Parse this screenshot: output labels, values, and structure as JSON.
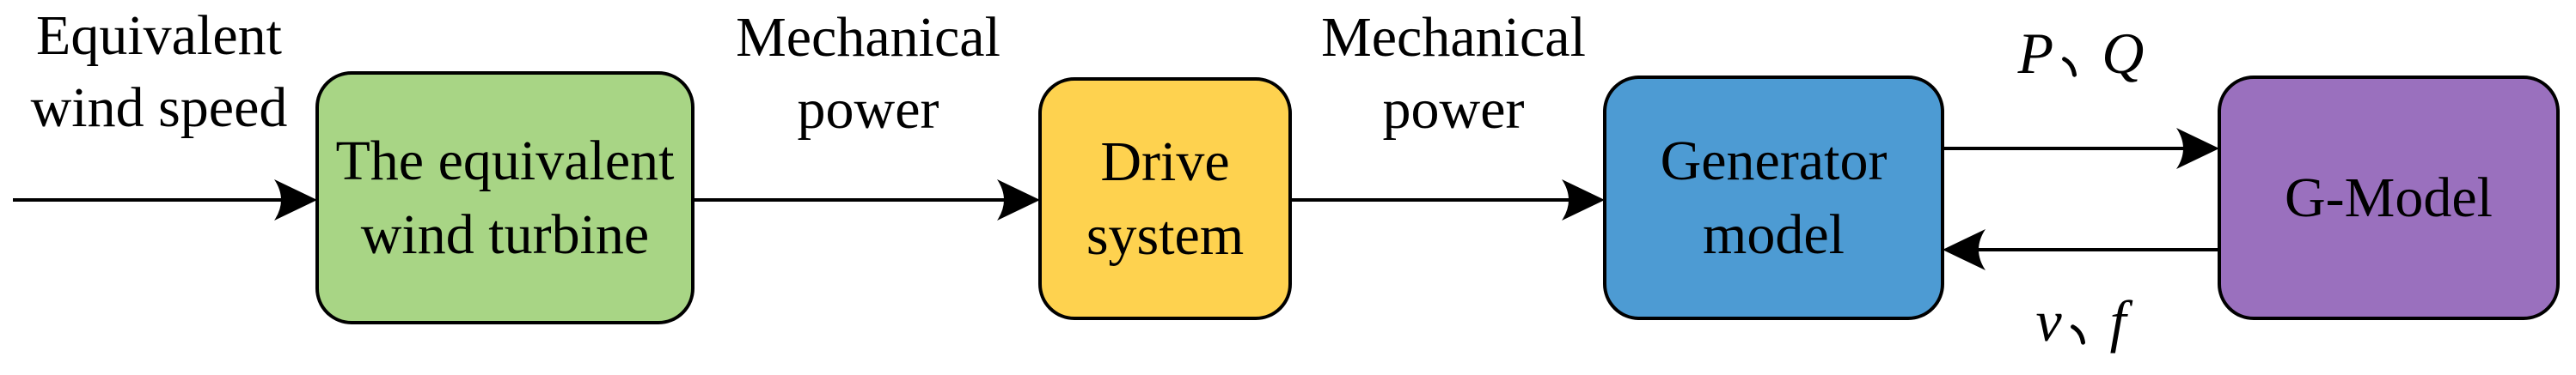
{
  "diagram": {
    "blocks": [
      {
        "id": "equivalent-wind-turbine",
        "label": "The equivalent\nwind turbine",
        "fill": "#A8D585"
      },
      {
        "id": "drive-system",
        "label": "Drive\nsystem",
        "fill": "#FED24F"
      },
      {
        "id": "generator-model",
        "label": "Generator\nmodel",
        "fill": "#4D9BD3"
      },
      {
        "id": "g-model",
        "label": "G-Model",
        "fill": "#9A70BE"
      }
    ],
    "edges": [
      {
        "from": "input",
        "to": "equivalent-wind-turbine",
        "label": "Equivalent\nwind speed",
        "direction": "right"
      },
      {
        "from": "equivalent-wind-turbine",
        "to": "drive-system",
        "label": "Mechanical\npower",
        "direction": "right"
      },
      {
        "from": "drive-system",
        "to": "generator-model",
        "label": "Mechanical\npower",
        "direction": "right"
      },
      {
        "from": "generator-model",
        "to": "g-model",
        "label": "P、Q",
        "label_left": "P",
        "label_sep": "、",
        "label_right": "Q",
        "direction": "right"
      },
      {
        "from": "g-model",
        "to": "generator-model",
        "label": "v、f",
        "label_left": "v",
        "label_sep": "、",
        "label_right": "f",
        "direction": "left"
      }
    ],
    "colors": {
      "line": "#000000",
      "border": "#000000",
      "text": "#000000",
      "green_block": "#A8D585",
      "yellow_block": "#FED24F",
      "blue_block": "#4D9BD3",
      "purple_block": "#9A70BE"
    }
  }
}
